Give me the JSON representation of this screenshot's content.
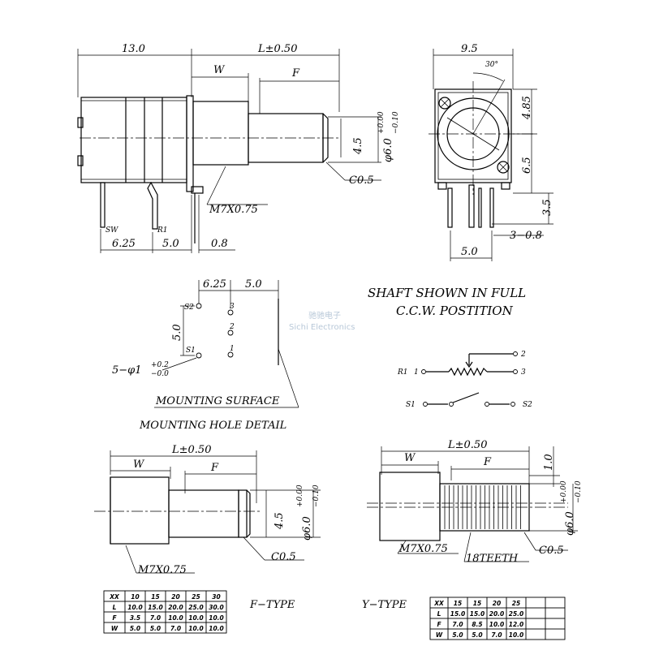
{
  "side_view": {
    "dim_body": "13.0",
    "dim_length": "L±0.50",
    "dim_w": "W",
    "dim_f": "F",
    "dim_flat": "4.5",
    "dim_dia_main": "φ6.0",
    "dim_dia_up": "+0.00",
    "dim_dia_lo": "−0.10",
    "chamfer": "C0.5",
    "thread": "M7X0.75",
    "pin_sw": "SW",
    "pin_r1": "R1",
    "dim_625": "6.25",
    "dim_50": "5.0",
    "dim_08": "0.8"
  },
  "front_view": {
    "dim_95": "9.5",
    "dim_30": "30°",
    "dim_485": "4.85",
    "dim_65": "6.5",
    "dim_35": "3.5",
    "dim_308": "3−0.8",
    "dim_50": "5.0"
  },
  "mounting": {
    "dim_625": "6.25",
    "dim_50h": "5.0",
    "dim_50v": "5.0",
    "pin_s2": "S2",
    "pin_s1": "S1",
    "pin_3": "3",
    "pin_2": "2",
    "pin_1": "1",
    "hole_main": "5−φ1",
    "hole_up": "+0.2",
    "hole_lo": "−0.0",
    "surface": "MOUNTING SURFACE",
    "title": "MOUNTING HOLE DETAIL"
  },
  "shaft_note": {
    "line1": "SHAFT SHOWN IN FULL",
    "line2": "C.C.W. POSTITION"
  },
  "watermark": {
    "line1": "驰驰电子",
    "line2": "Sichi Electronics"
  },
  "schematic": {
    "r1": "R1",
    "p1": "1",
    "p2": "2",
    "p3": "3",
    "s1": "S1",
    "s2": "S2"
  },
  "f_type": {
    "label": "F−TYPE",
    "dim_length": "L±0.50",
    "dim_w": "W",
    "dim_f": "F",
    "dim_flat": "4.5",
    "dim_dia_main": "φ6.0",
    "dim_dia_up": "+0.00",
    "dim_dia_lo": "−0.10",
    "thread": "M7X0.75",
    "chamfer": "C0.5",
    "table": {
      "header": [
        "XX",
        "10",
        "15",
        "20",
        "25",
        "30"
      ],
      "rows": [
        [
          "L",
          "10.0",
          "15.0",
          "20.0",
          "25.0",
          "30.0"
        ],
        [
          "F",
          "3.5",
          "7.0",
          "10.0",
          "10.0",
          "10.0"
        ],
        [
          "W",
          "5.0",
          "5.0",
          "7.0",
          "10.0",
          "10.0"
        ]
      ]
    }
  },
  "y_type": {
    "label": "Y−TYPE",
    "dim_length": "L±0.50",
    "dim_w": "W",
    "dim_f": "F",
    "dim_10": "1.0",
    "dim_dia_main": "φ6.0",
    "dim_dia_up": "+0.00",
    "dim_dia_lo": "−0.10",
    "thread": "M7X0.75",
    "teeth": "18TEETH",
    "chamfer": "C0.5",
    "table": {
      "header": [
        "XX",
        "15",
        "15",
        "20",
        "25",
        "",
        ""
      ],
      "rows": [
        [
          "L",
          "15.0",
          "15.0",
          "20.0",
          "25.0",
          "",
          ""
        ],
        [
          "F",
          "7.0",
          "8.5",
          "10.0",
          "12.0",
          "",
          ""
        ],
        [
          "W",
          "5.0",
          "5.0",
          "7.0",
          "10.0",
          "",
          ""
        ]
      ]
    }
  }
}
